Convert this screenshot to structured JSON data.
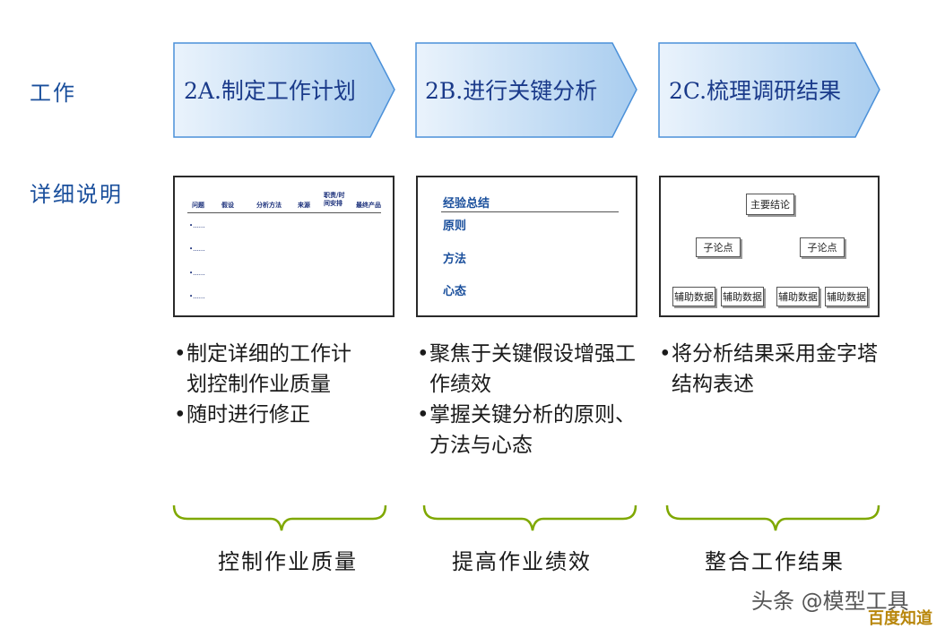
{
  "rows": {
    "work_label": "工作",
    "detail_label": "详细说明"
  },
  "steps": [
    {
      "label": "2A.制定工作计划"
    },
    {
      "label": "2B.进行关键分析"
    },
    {
      "label": "2C.梳理调研结果"
    }
  ],
  "panel1": {
    "headers": [
      "问题",
      "假设",
      "分析方法",
      "来源",
      "职责/时间安排",
      "最终产品"
    ],
    "bullets": [
      "•......",
      "•......",
      "•......",
      "•......"
    ]
  },
  "panel2": {
    "title": "经验总结",
    "items": [
      "原则",
      "方法",
      "心态"
    ]
  },
  "panel3": {
    "top": "主要结论",
    "mid": [
      "子论点",
      "子论点"
    ],
    "leaves": [
      "辅助数据",
      "辅助数据",
      "辅助数据",
      "辅助数据"
    ]
  },
  "bullets": [
    [
      "制定详细的工作计划控制作业质量",
      "随时进行修正"
    ],
    [
      "聚焦于关键假设增强工作绩效",
      "掌握关键分析的原则、方法与心态"
    ],
    [
      "将分析结果采用金字塔结构表述"
    ]
  ],
  "results": [
    "控制作业质量",
    "提高作业绩效",
    "整合工作结果"
  ],
  "watermark": {
    "source": "头条 @模型工具",
    "site": "百度知道"
  },
  "colors": {
    "chevron_fill": "#cfe3f7",
    "chevron_stroke": "#4a90d9",
    "label_blue": "#1a4f9c",
    "brace_green": "#7fa800"
  }
}
